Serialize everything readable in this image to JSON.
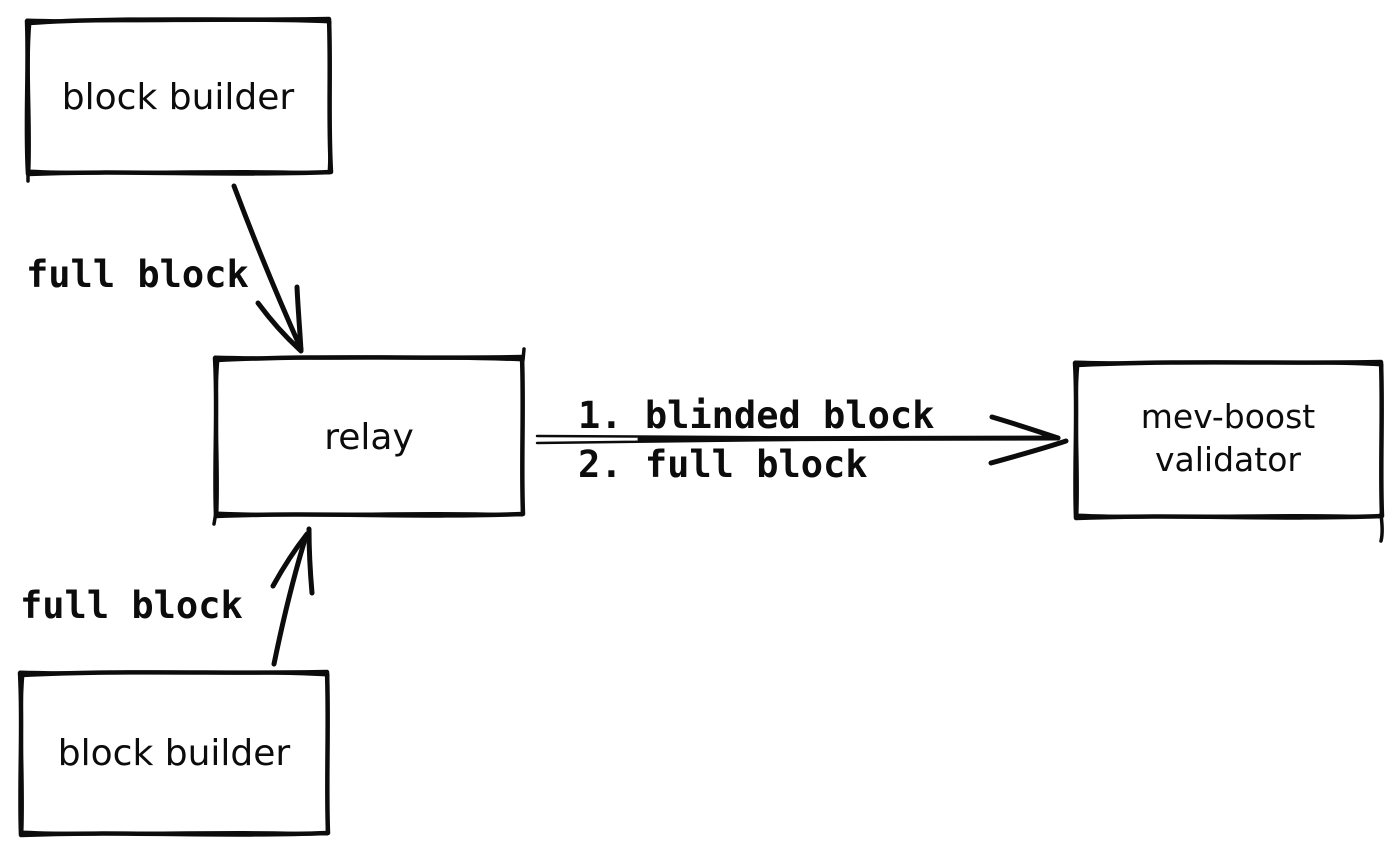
{
  "canvas": {
    "background_color": "#ffffff",
    "ink_color": "#0c0c0c"
  },
  "nodes": {
    "builder_top": {
      "label": "block builder"
    },
    "relay": {
      "label": "relay"
    },
    "validator": {
      "label_line1": "mev-boost",
      "label_line2": "validator"
    },
    "builder_bottom": {
      "label": "block builder"
    }
  },
  "edges": {
    "builder_top_to_relay": {
      "label": "full block",
      "direction": "builder_top -> relay"
    },
    "builder_bottom_to_relay": {
      "label": "full block",
      "direction": "builder_bottom -> relay"
    },
    "relay_to_validator": {
      "label_line1": "1. blinded block",
      "label_line2": "2. full block",
      "direction": "relay -> mev-boost validator"
    }
  }
}
